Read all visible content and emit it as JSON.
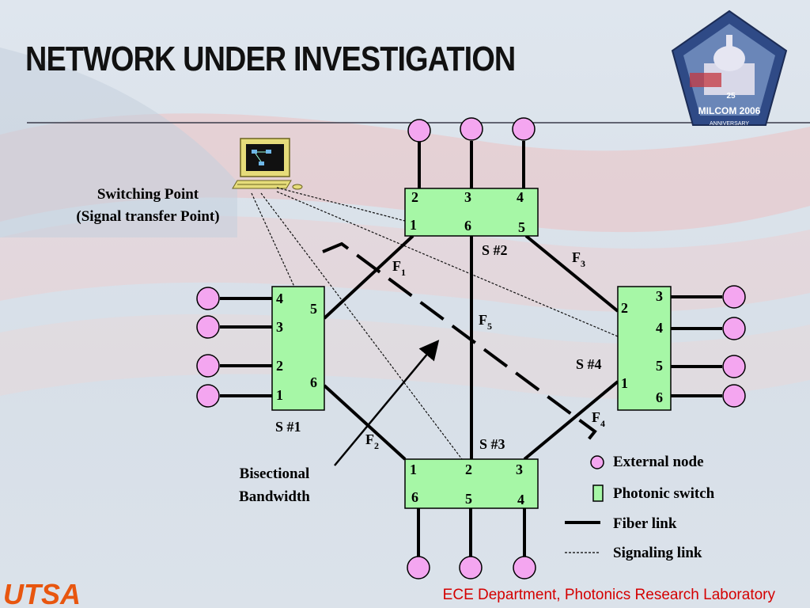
{
  "title": "NETWORK UNDER INVESTIGATION",
  "footer": "ECE Department, Photonics Research Laboratory",
  "logo_text": "UTSA",
  "badge_text": "MILCOM 2006",
  "badge_subtext": "ANNIVERSARY",
  "badge_number": "25",
  "switching_point_label_line1": "Switching Point",
  "switching_point_label_line2": "(Signal transfer Point)",
  "bisectional_line1": "Bisectional",
  "bisectional_line2": "Bandwidth",
  "switches": {
    "s1": {
      "name": "S #1",
      "ports": [
        "4",
        "5",
        "3",
        "2",
        "6",
        "1"
      ]
    },
    "s2": {
      "name": "S #2",
      "ports": [
        "2",
        "3",
        "4",
        "1",
        "6",
        "5"
      ]
    },
    "s3": {
      "name": "S #3",
      "ports": [
        "1",
        "2",
        "3",
        "6",
        "5",
        "4"
      ]
    },
    "s4": {
      "name": "S #4",
      "ports": [
        "3",
        "2",
        "4",
        "5",
        "1",
        "6"
      ]
    }
  },
  "fibers": [
    {
      "name": "F",
      "sub": "1"
    },
    {
      "name": "F",
      "sub": "2"
    },
    {
      "name": "F",
      "sub": "3"
    },
    {
      "name": "F",
      "sub": "4"
    },
    {
      "name": "F",
      "sub": "5"
    }
  ],
  "legend": {
    "external_node": "External node",
    "photonic_switch": "Photonic switch",
    "fiber_link": "Fiber link",
    "signaling_link": "Signaling link"
  },
  "colors": {
    "switch_fill": "#a6f7a6",
    "node_fill": "#f4a6f0",
    "footer_red": "#d40000",
    "logo_orange": "#e8560f"
  }
}
